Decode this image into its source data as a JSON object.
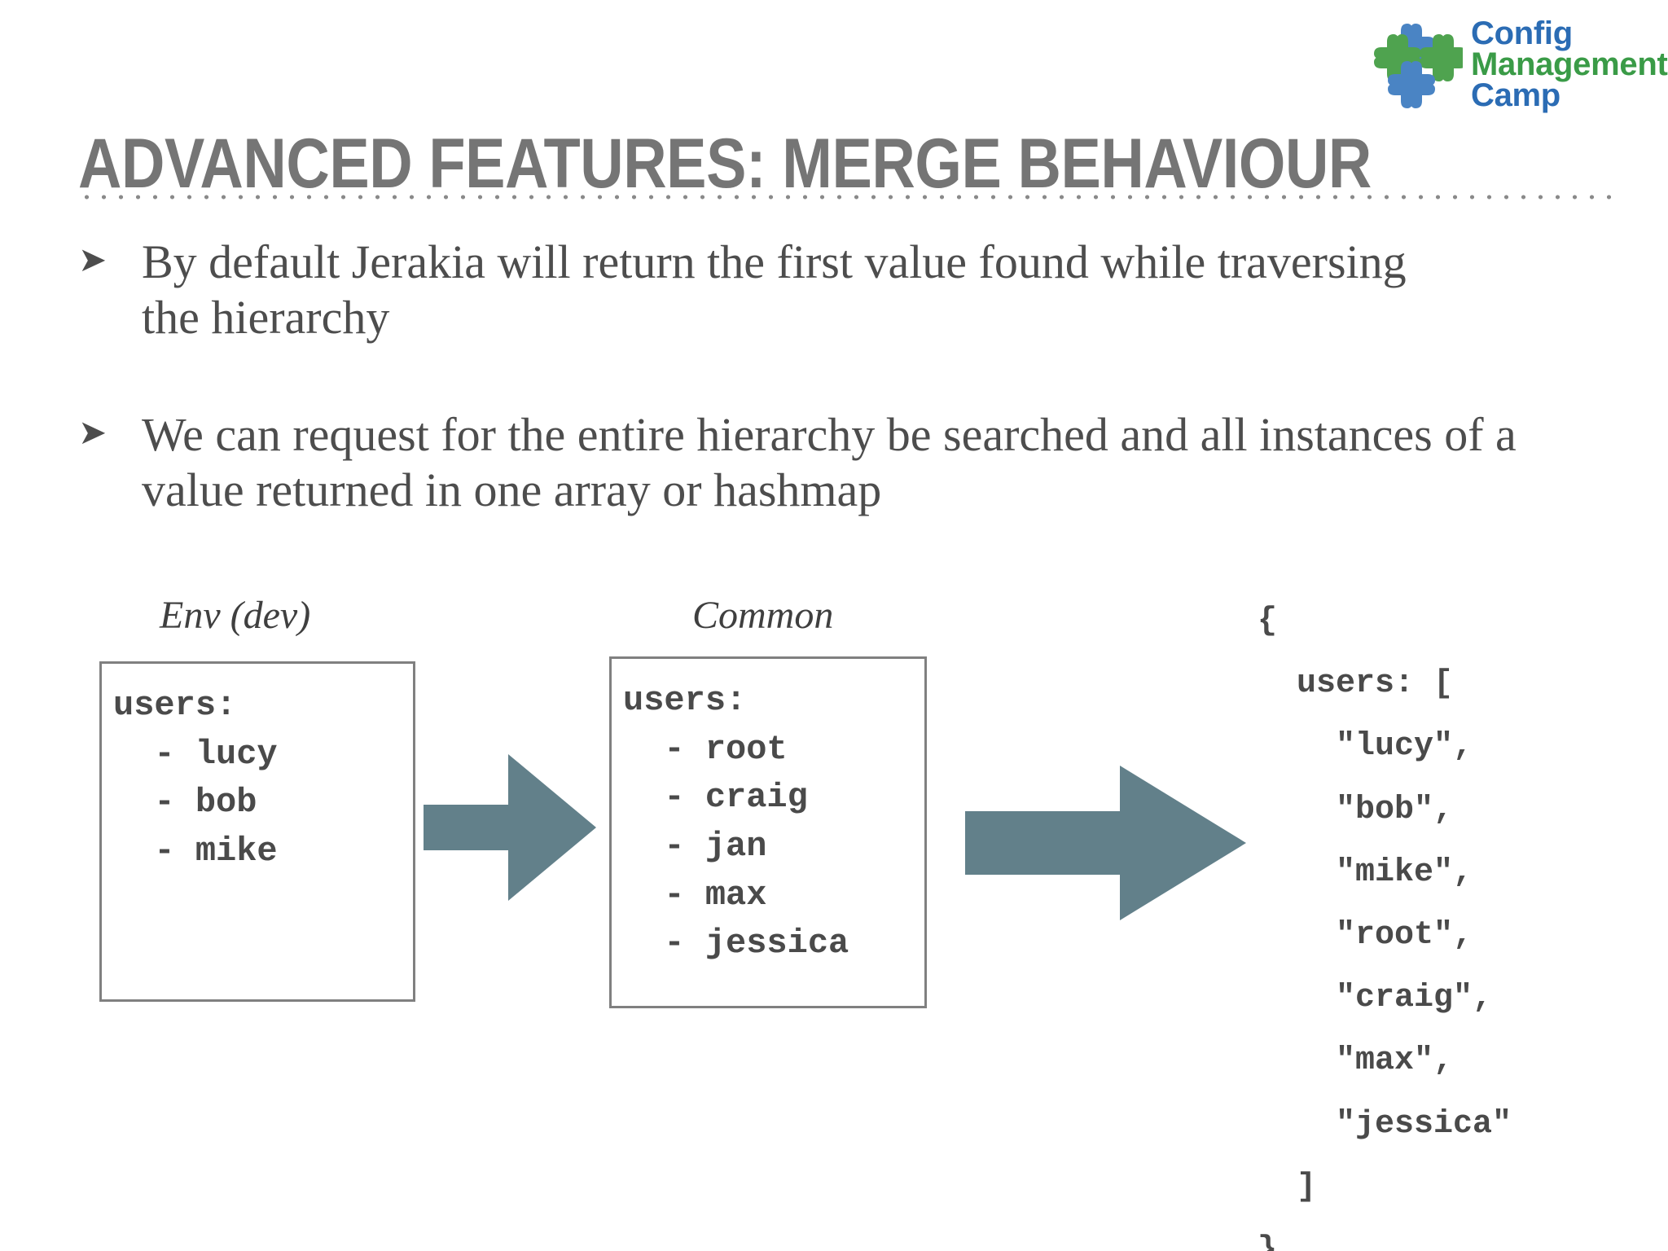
{
  "slide": {
    "title": "ADVANCED FEATURES: MERGE BEHAVIOUR",
    "bullets": [
      "By default Jerakia will return the first value found while traversing the hierarchy",
      "We can request for the entire hierarchy be searched and all instances of a value returned in one array or hashmap"
    ],
    "bullet_marker": "➤"
  },
  "logo": {
    "line1": "Config",
    "line2": "Management",
    "line3": "Camp",
    "mark_icon": "puzzle-pieces-icon",
    "colors": {
      "blue": "#2b6cb4",
      "green": "#3a9b47"
    }
  },
  "diagram": {
    "arrow_icon": "right-block-arrow-icon",
    "arrow_color": "#62808a",
    "sources": [
      {
        "label": "Env (dev)",
        "key": "users:",
        "values": [
          "lucy",
          "bob",
          "mike"
        ],
        "code": "users:\n  - lucy\n  - bob\n  - mike"
      },
      {
        "label": "Common",
        "key": "users:",
        "values": [
          "root",
          "craig",
          "jan",
          "max",
          "jessica"
        ],
        "code": "users:\n  - root\n  - craig\n  - jan\n  - max\n  - jessica"
      }
    ],
    "output": {
      "merged_users": [
        "lucy",
        "bob",
        "mike",
        "root",
        "craig",
        "max",
        "jessica"
      ],
      "code": "{\n  users: [\n    \"lucy\",\n    \"bob\",\n    \"mike\",\n    \"root\",\n    \"craig\",\n    \"max\",\n    \"jessica\"\n  ]\n}"
    }
  },
  "theme": {
    "title_color": "#757575",
    "body_color": "#4d4d4d",
    "code_color": "#4a4a4a",
    "border_color": "#808080",
    "divider_color": "#8a8a8a",
    "background": "#ffffff"
  }
}
